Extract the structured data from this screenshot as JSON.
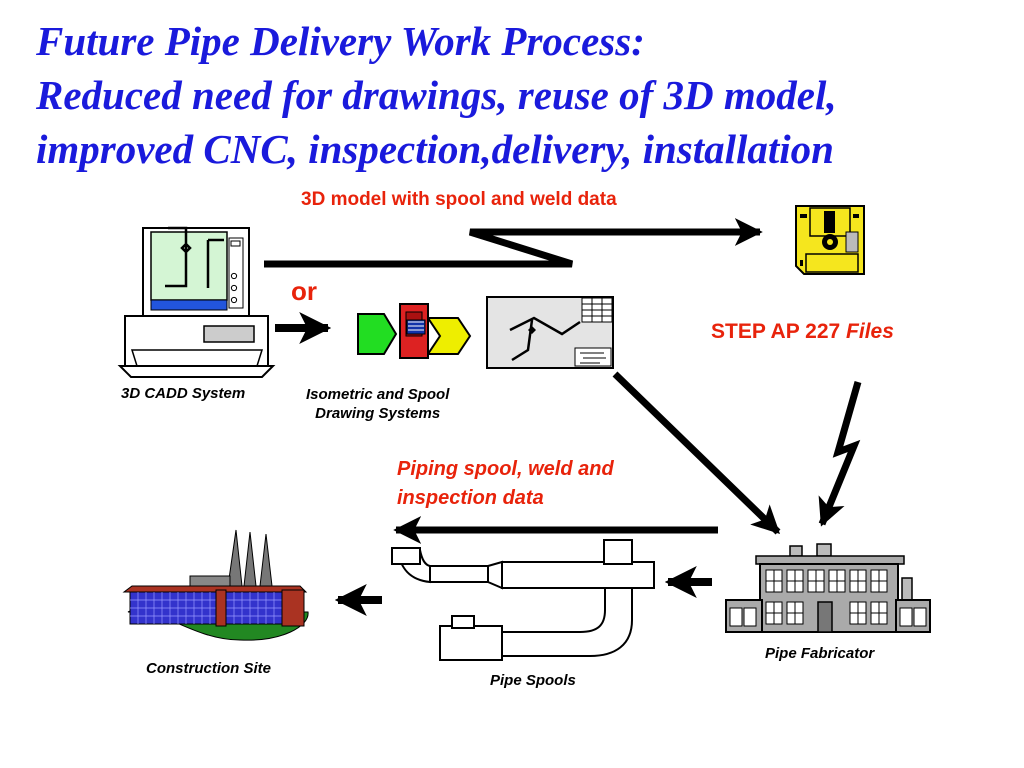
{
  "slide": {
    "title_lines": [
      "Future Pipe Delivery Work Process:",
      "Reduced need for drawings, reuse of 3D model,",
      "improved CNC, inspection,delivery, installation"
    ]
  },
  "callouts": {
    "model_data": "3D model with spool and weld data",
    "or": "or",
    "step_prefix": "STEP AP 227",
    "step_files": "Files",
    "piping_data_line1": "Piping spool, weld and",
    "piping_data_line2": "inspection data"
  },
  "labels": {
    "cadd": "3D CADD System",
    "iso_line1": "Isometric and Spool",
    "iso_line2": "Drawing Systems",
    "fabricator": "Pipe Fabricator",
    "spools": "Pipe Spools",
    "site": "Construction Site"
  },
  "icons": {
    "computer": "computer-icon",
    "disk": "floppy-disk-icon",
    "drawing_systems": "drawing-systems-icon",
    "drawing_sheet": "drawing-sheet-icon",
    "factory": "factory-icon",
    "pipes": "pipe-spools-icon",
    "site": "construction-site-icon"
  },
  "colors": {
    "title": "#1a1adc",
    "callout": "#e8230b",
    "disk": "#f5e61e",
    "screen": "#d4f5d4",
    "green_block": "#22dd22",
    "red_block": "#dd2222",
    "yellow_block": "#eeee00",
    "site_glass": "#3333cc",
    "site_roof": "#aa3322",
    "ground": "#228822"
  }
}
